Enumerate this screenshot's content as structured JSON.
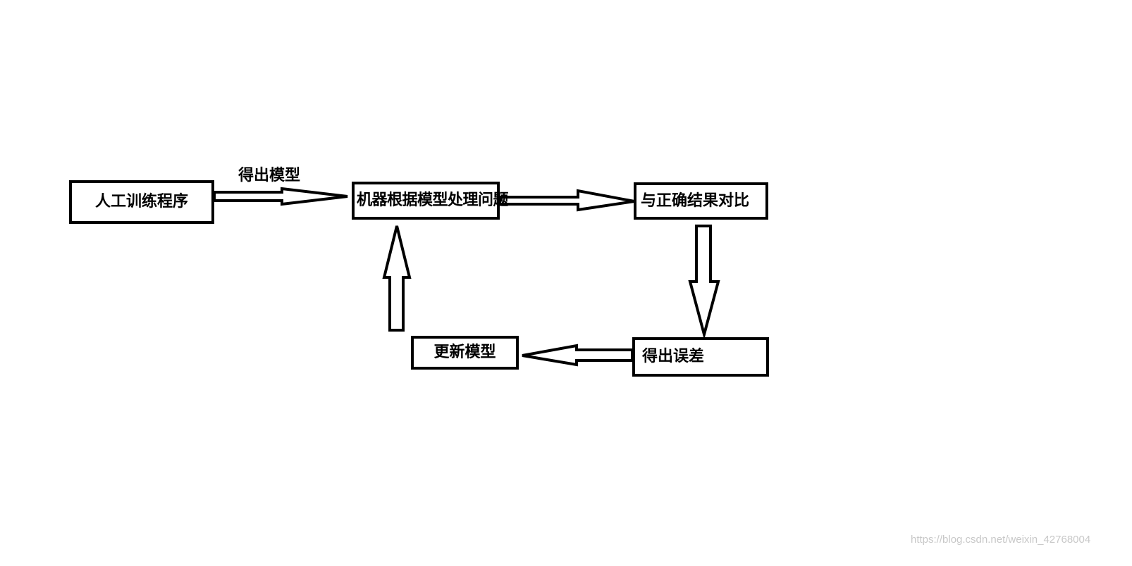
{
  "nodes": {
    "train": "人工训练程序",
    "process": "机器根据模型处理问题",
    "compare": "与正确结果对比",
    "error": "得出误差",
    "update": "更新模型"
  },
  "edges": {
    "train_to_process": "得出模型"
  },
  "watermark": "https://blog.csdn.net/weixin_42768004"
}
